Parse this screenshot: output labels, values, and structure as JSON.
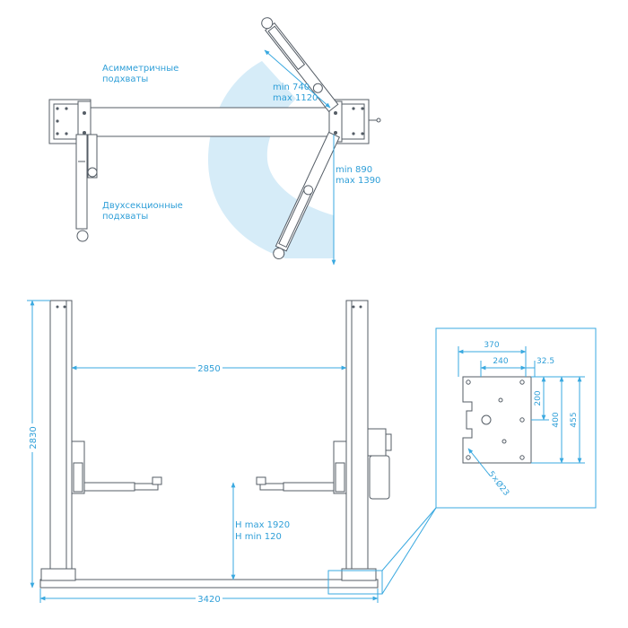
{
  "colors": {
    "accent": "#3aa9e0",
    "outline": "#555d66",
    "swing_zone": "#d6ecf8"
  },
  "top_view": {
    "label_asym_1": "Асимметричные",
    "label_asym_2": "подхваты",
    "label_two_1": "Двухсекционные",
    "label_two_2": "подхваты",
    "arm_short_min": "min 740",
    "arm_short_max": "max 1120",
    "arm_long_min": "min 890",
    "arm_long_max": "max 1390"
  },
  "front_view": {
    "width_inner": "2850",
    "width_total": "3420",
    "height_total": "2830",
    "lift_max": "H max 1920",
    "lift_min": "H min 120"
  },
  "base_plate": {
    "d370": "370",
    "d240": "240",
    "d32": "32.5",
    "d200": "200",
    "d400": "400",
    "d455": "455",
    "holes": "5×Ø23"
  }
}
